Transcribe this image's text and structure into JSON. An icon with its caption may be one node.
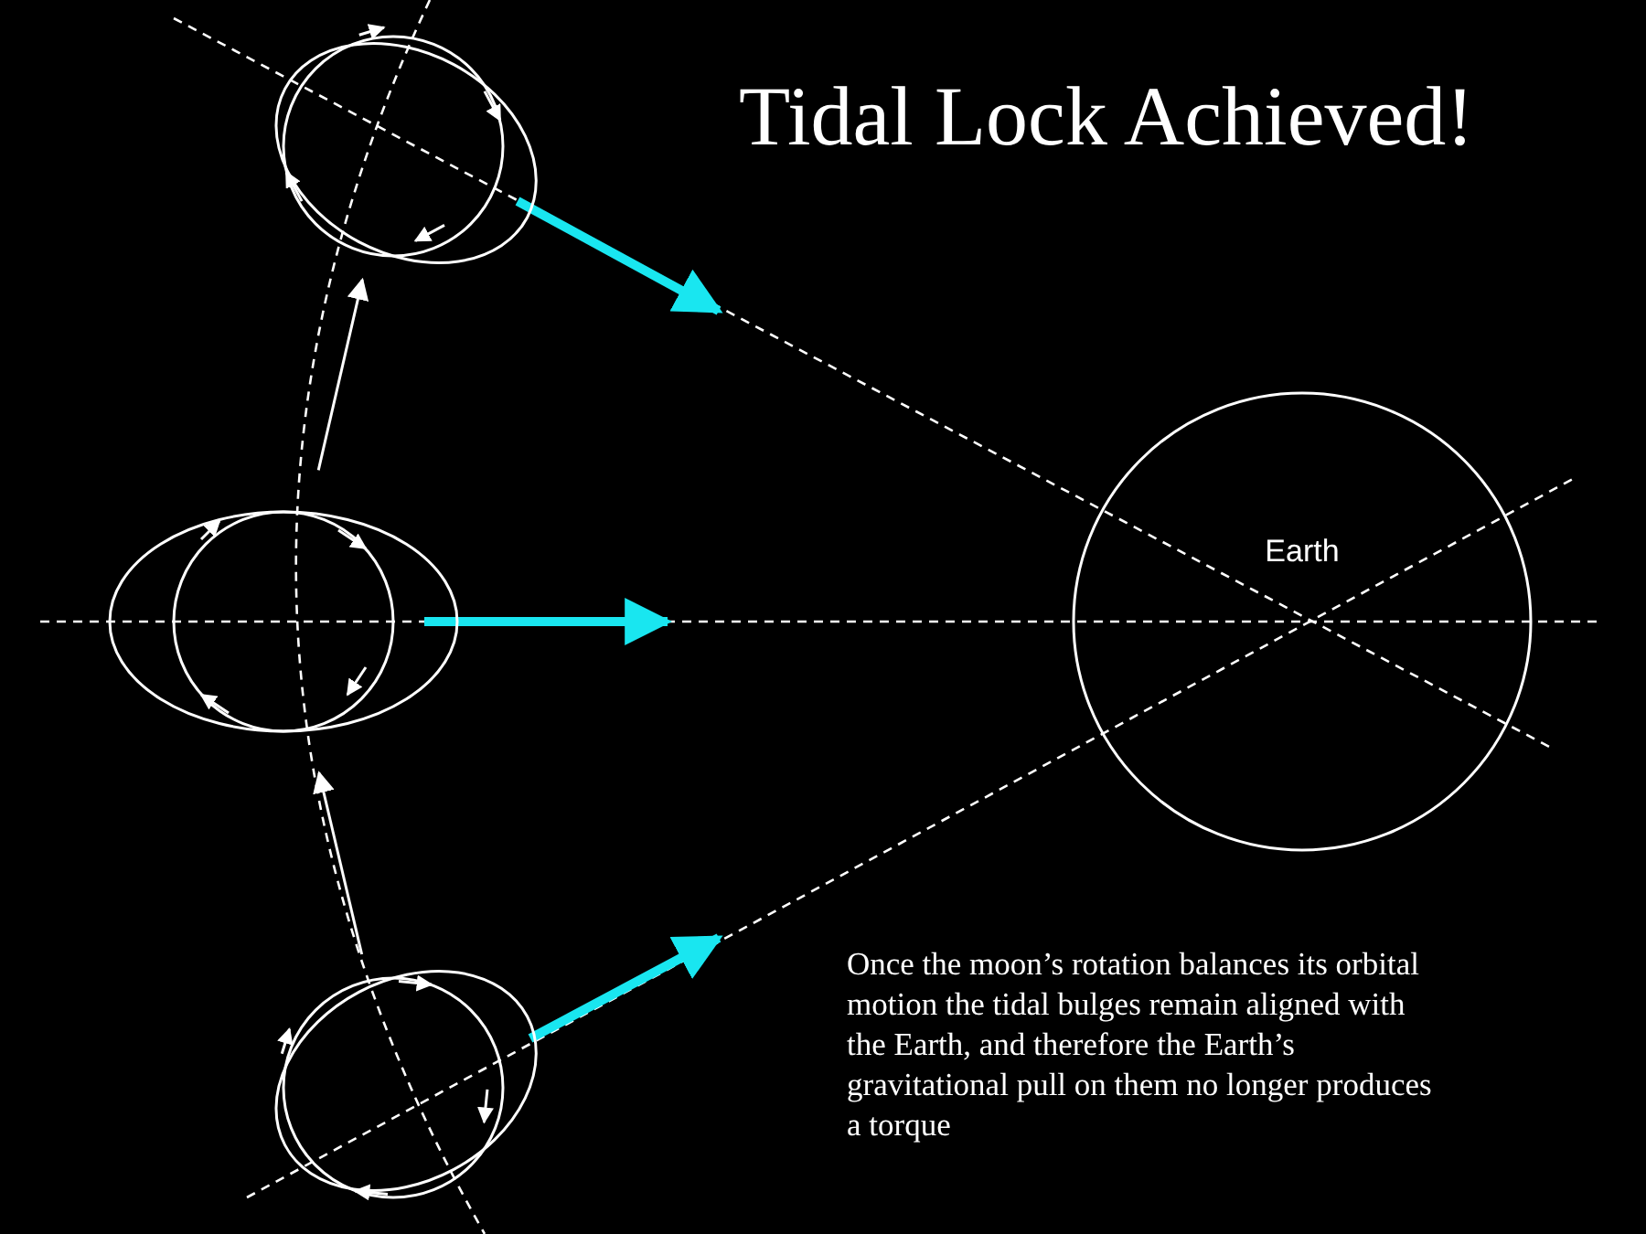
{
  "diagram": {
    "title": "Tidal Lock Achieved!",
    "nodes": [
      {
        "text": [],
        "shape": "circle"
      },
      {
        "text": [],
        "shape": "circle"
      },
      {
        "text": [
          "Earth"
        ]
      },
      {
        "text": [],
        "shape": "circle"
      }
    ],
    "edges": [
      {
        "from": 3,
        "to": 1,
        "arrow": "to"
      },
      {
        "from": 1,
        "to": 0,
        "arrow": "to"
      }
    ],
    "labels": [
      "Once the moon’s rotation balances its orbital motion the tidal bulges remain aligned with the Earth, and therefore the Earth’s gravitational pull on them no longer produces a torque"
    ]
  }
}
